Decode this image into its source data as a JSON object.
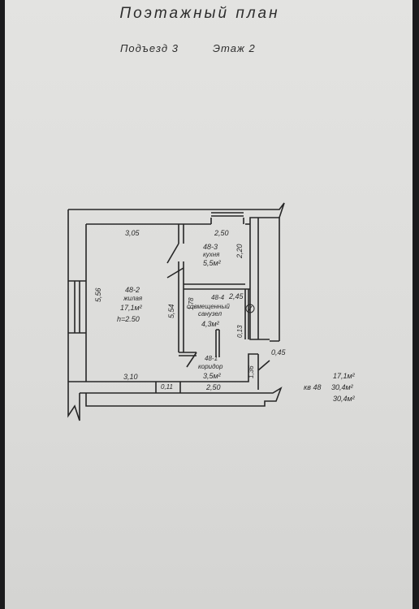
{
  "header": {
    "title": "Поэтажный план",
    "entrance": "Подъезд 3",
    "floor": "Этаж 2"
  },
  "rooms": {
    "living": {
      "id": "48-2",
      "name": "жилая",
      "area": "17,1м²",
      "height": "h=2.50"
    },
    "kitchen": {
      "id": "48-3",
      "name": "кухня",
      "area": "5,5м²"
    },
    "bathroom": {
      "id": "48-4",
      "name": "совмещенный",
      "name2": "санузел",
      "area": "4,3м²"
    },
    "corridor": {
      "id": "48-1",
      "name": "коридор",
      "area": "3,5м²"
    }
  },
  "dimensions": {
    "living_top": "3,05",
    "kitchen_top": "2,50",
    "kitchen_side": "2,20",
    "living_left": "5,56",
    "living_right": "5,54",
    "bath_top": "2,45",
    "bath_left": "1,78",
    "bath_small": "0,13",
    "living_bottom": "3,10",
    "wall_gap": "0,11",
    "corridor_bottom": "2,50",
    "corridor_side": "1,36",
    "entry": "0,45"
  },
  "summary": {
    "living_area": "17,1м²",
    "apt_label": "кв 48",
    "total_area": "30,4м²",
    "total_area2": "30,4м²"
  }
}
